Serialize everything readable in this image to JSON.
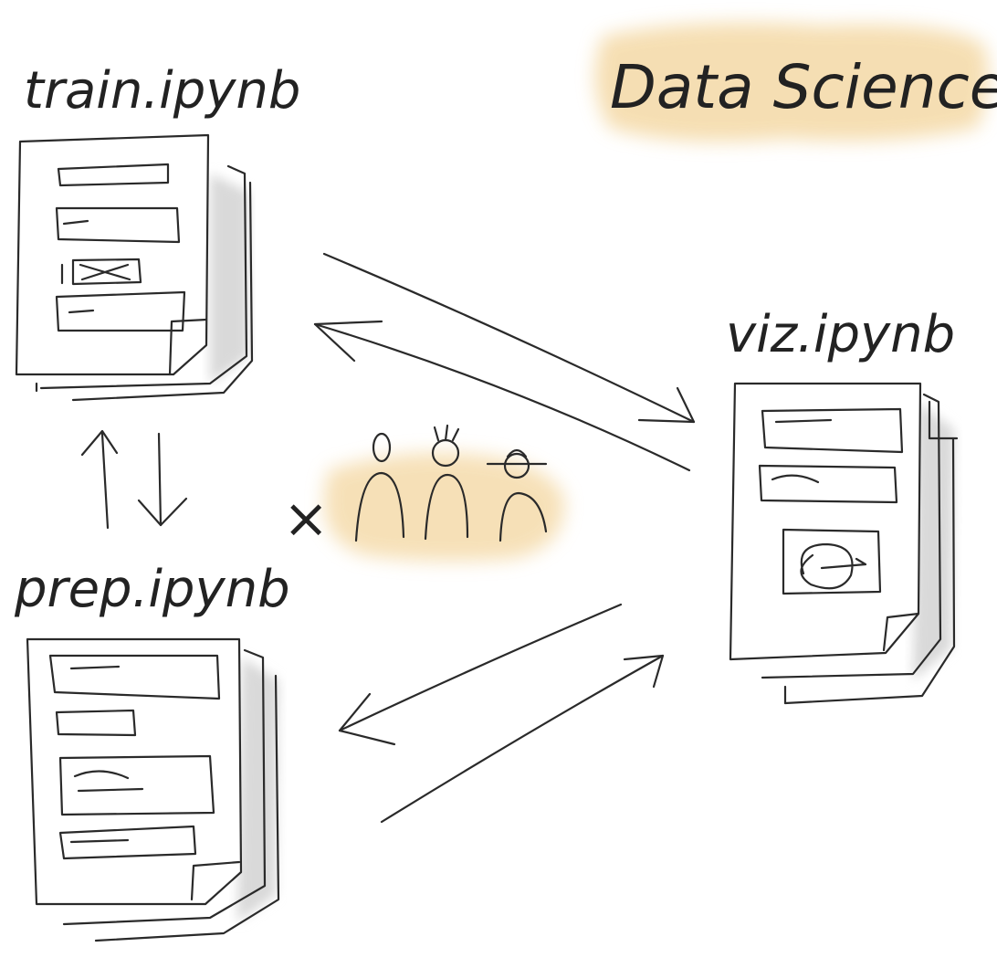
{
  "title": "Data Science",
  "notebooks": {
    "train": "train.ipynb",
    "prep": "prep.ipynb",
    "viz": "viz.ipynb"
  },
  "multiplier": "×",
  "colors": {
    "highlight": "#f4d9a6",
    "ink": "#2a2a2a",
    "shadow": "#d9d9d9"
  }
}
